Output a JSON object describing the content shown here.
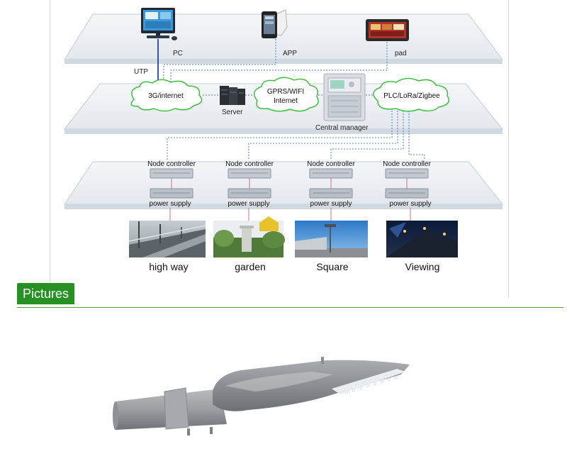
{
  "diagram": {
    "tier_top": {
      "pc": "PC",
      "app": "APP",
      "pad": "pad"
    },
    "utp": "UTP",
    "tier_mid": {
      "cloud_left": "3G/internet",
      "server": "Server",
      "cloud_center_line1": "GPRS/WIFI",
      "cloud_center_line2": "Internet",
      "cloud_right": "PLC/LoRa/Zigbee",
      "central_manager": "Central manager"
    },
    "nodes": [
      {
        "controller": "Node controller",
        "supply": "power supply",
        "caption": "high way"
      },
      {
        "controller": "Node controller",
        "supply": "power supply",
        "caption": "garden"
      },
      {
        "controller": "Node controller",
        "supply": "power supply",
        "caption": "Square"
      },
      {
        "controller": "Node controller",
        "supply": "power supply",
        "caption": "Viewing"
      }
    ]
  },
  "section": {
    "title": "Pictures"
  },
  "colors": {
    "green_tab": "#279024",
    "rule": "#5aa02c",
    "cloud_stroke": "#3fbf3f",
    "link_blue": "#4a7fc0"
  }
}
